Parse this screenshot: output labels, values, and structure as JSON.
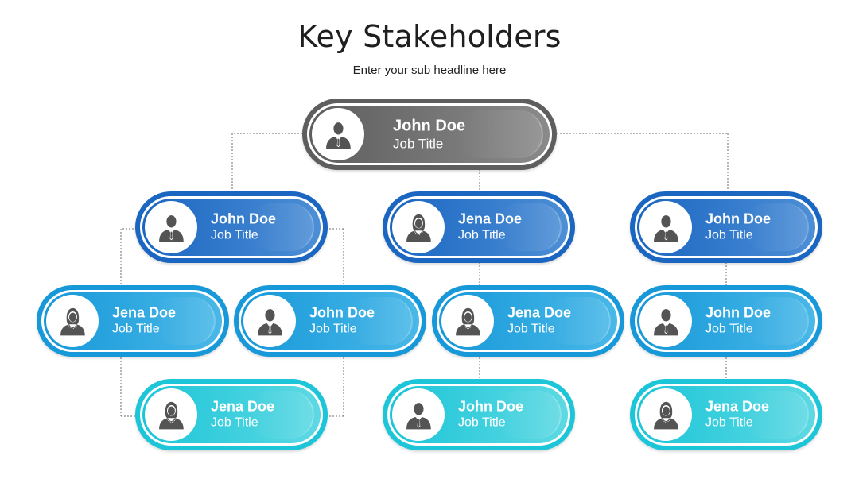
{
  "title": "Key Stakeholders",
  "subtitle": "Enter your sub headline here",
  "nodes": [
    {
      "name": "John Doe",
      "job": "Job Title",
      "gender": "male",
      "color": "gray"
    },
    {
      "name": "John Doe",
      "job": "Job Title",
      "gender": "male",
      "color": "blue"
    },
    {
      "name": "Jena Doe",
      "job": "Job Title",
      "gender": "female",
      "color": "blue"
    },
    {
      "name": "John Doe",
      "job": "Job Title",
      "gender": "male",
      "color": "blue"
    },
    {
      "name": "Jena Doe",
      "job": "Job Title",
      "gender": "female",
      "color": "mid"
    },
    {
      "name": "John Doe",
      "job": "Job Title",
      "gender": "male",
      "color": "mid"
    },
    {
      "name": "Jena Doe",
      "job": "Job Title",
      "gender": "female",
      "color": "mid"
    },
    {
      "name": "John Doe",
      "job": "Job Title",
      "gender": "male",
      "color": "mid"
    },
    {
      "name": "Jena Doe",
      "job": "Job Title",
      "gender": "female",
      "color": "teal"
    },
    {
      "name": "John Doe",
      "job": "Job Title",
      "gender": "male",
      "color": "teal"
    },
    {
      "name": "Jena Doe",
      "job": "Job Title",
      "gender": "female",
      "color": "teal"
    }
  ],
  "colors": {
    "gray": "#5e5e5e",
    "blue": "#1a66c1",
    "mid": "#1698d9",
    "teal": "#1cc5d8"
  }
}
